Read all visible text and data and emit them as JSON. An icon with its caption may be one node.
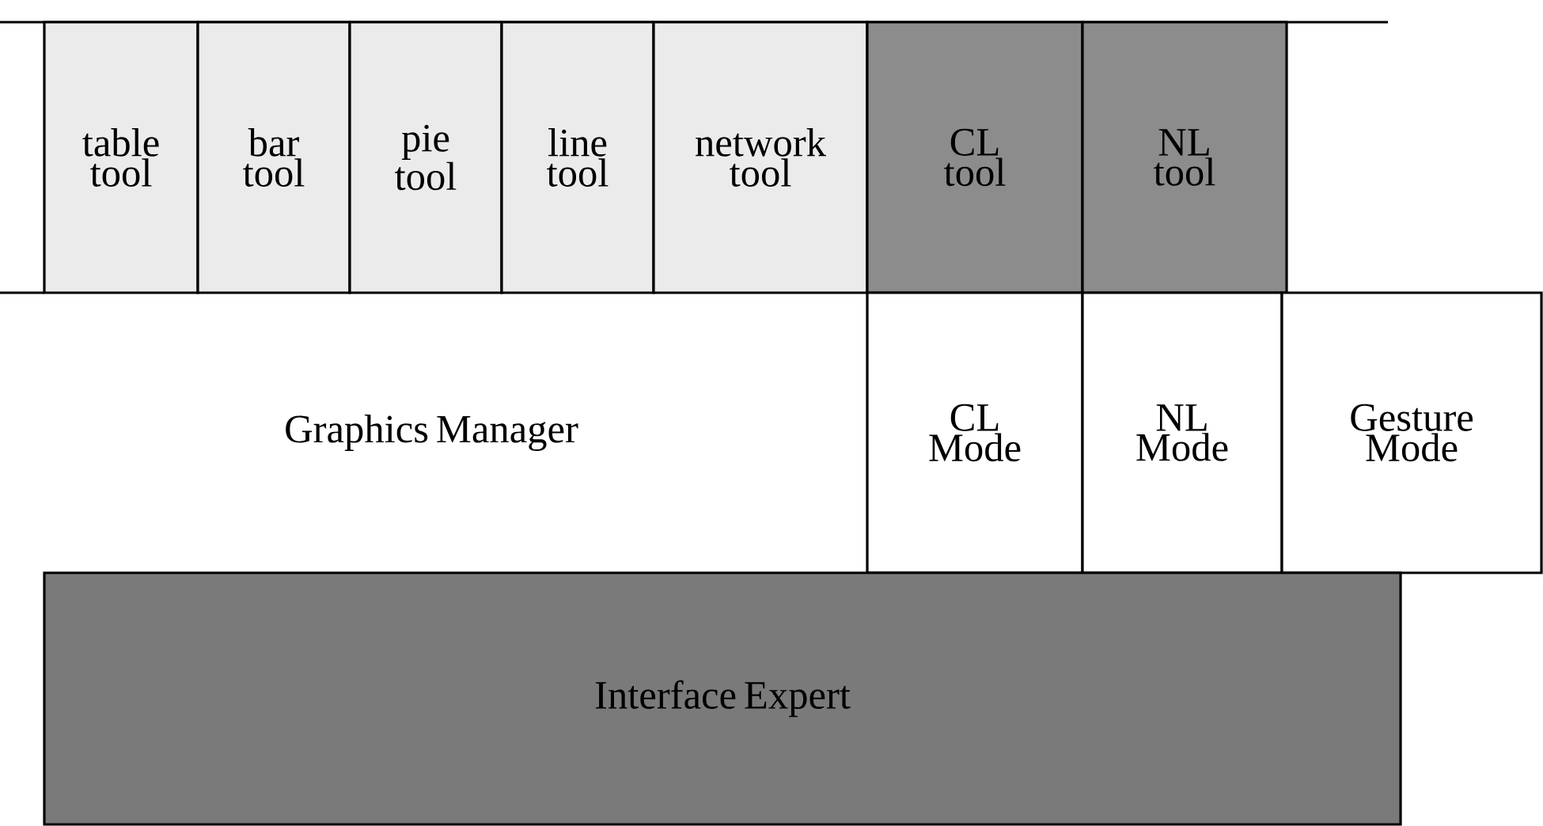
{
  "diagram": {
    "nodes": [
      {
        "text": [
          "table tool"
        ]
      },
      {
        "text": [
          "bar tool"
        ]
      },
      {
        "text": [
          "pie tool"
        ]
      },
      {
        "text": [
          "line tool"
        ]
      },
      {
        "text": [
          "network tool"
        ]
      },
      {
        "text": [
          "CL tool"
        ]
      },
      {
        "text": [
          "NL tool"
        ]
      },
      {
        "text": [
          "Graphics Manager"
        ]
      },
      {
        "text": [
          "CL Mode"
        ]
      },
      {
        "text": [
          "NL Mode"
        ]
      },
      {
        "text": [
          "Gesture Mode"
        ]
      },
      {
        "text": [
          "Interface Expert"
        ]
      }
    ]
  }
}
